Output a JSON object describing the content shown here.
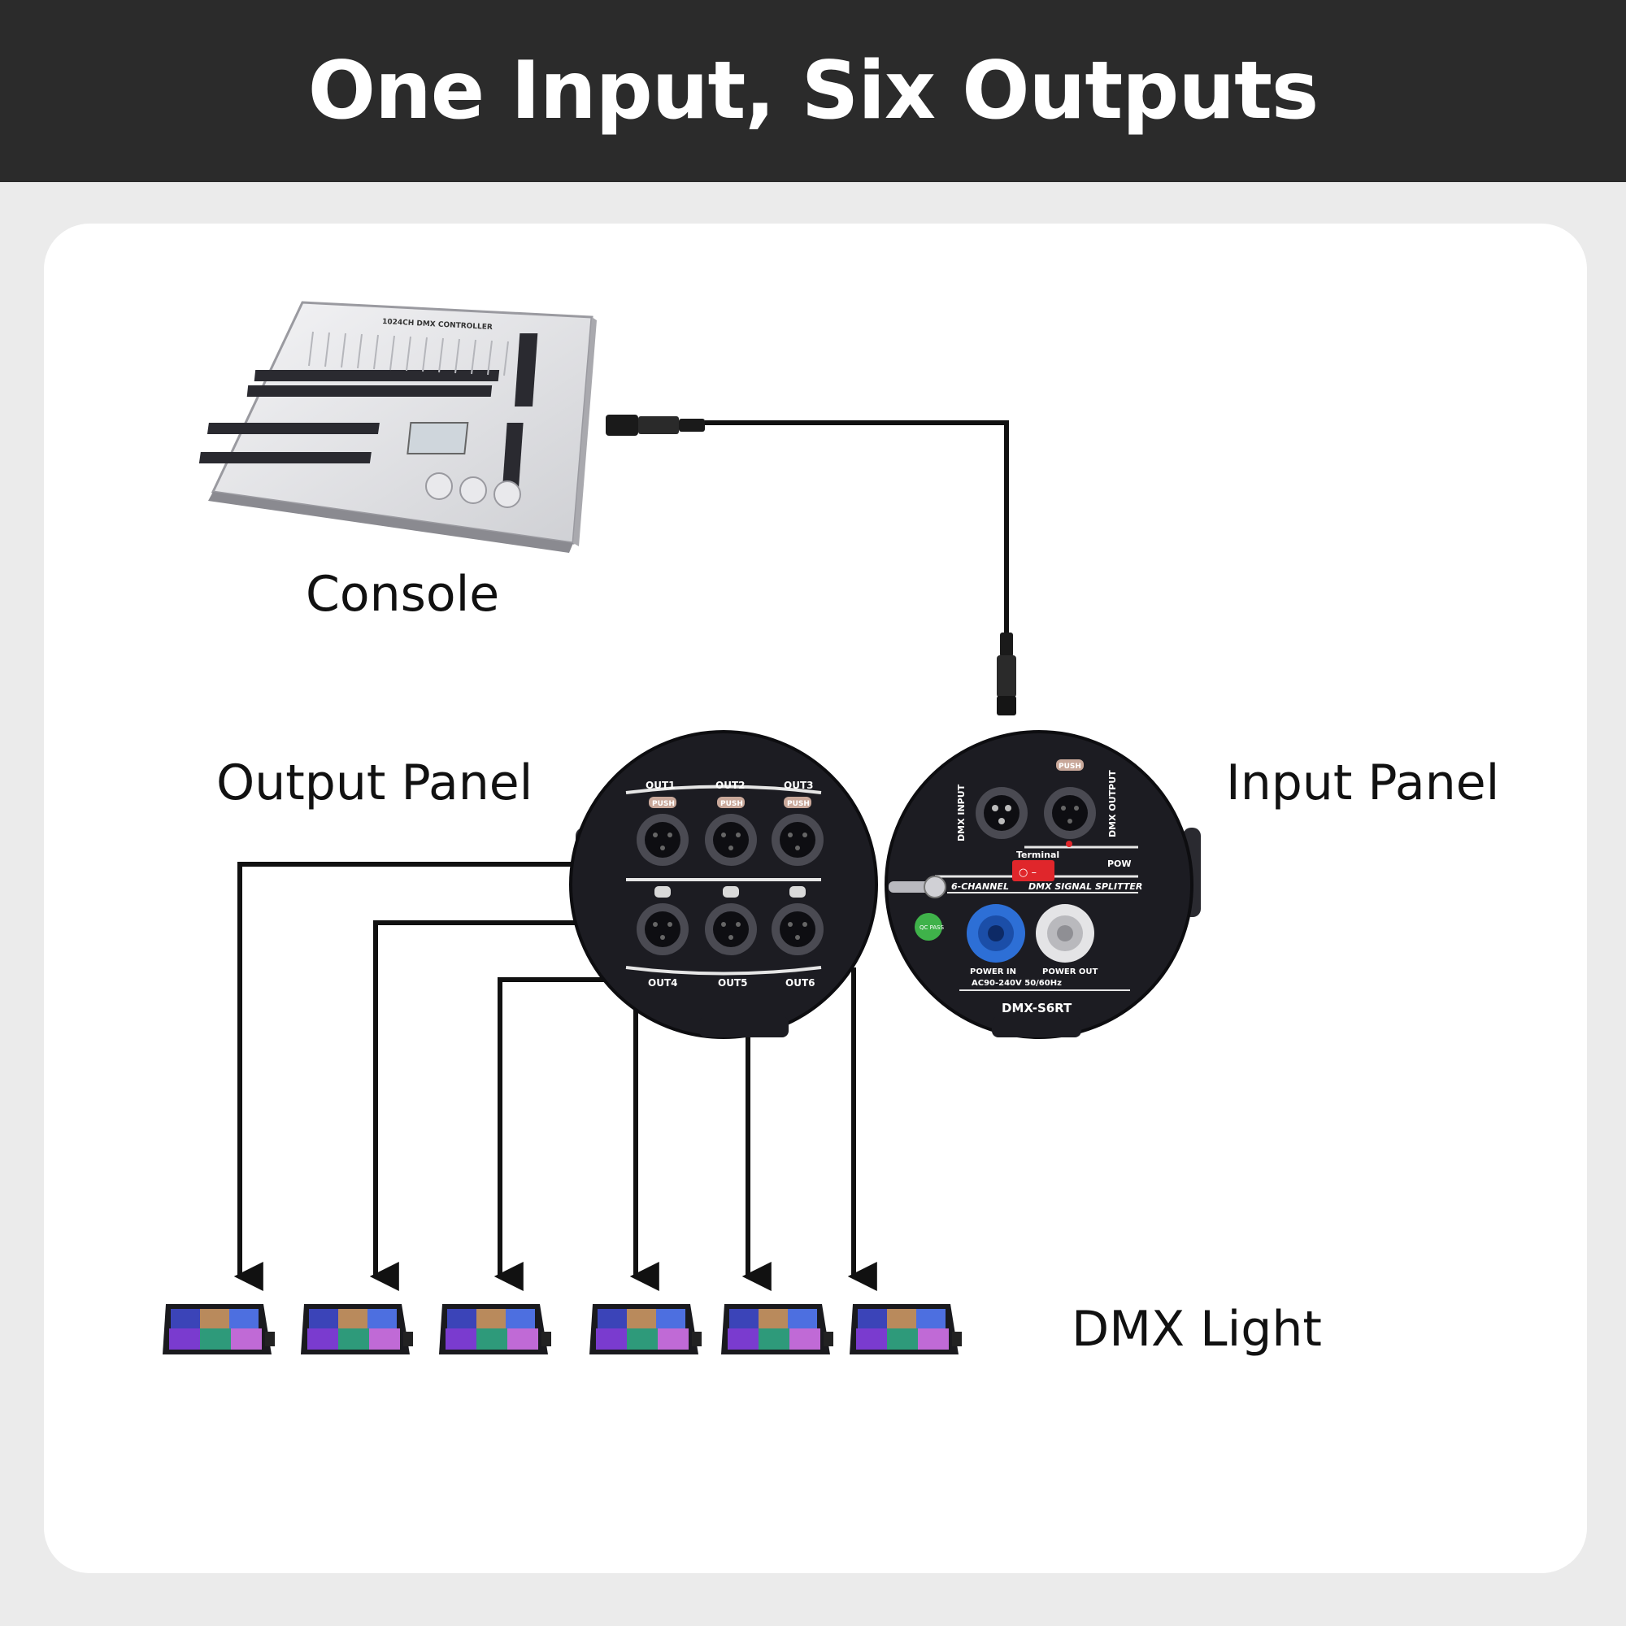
{
  "header": {
    "title": "One Input, Six Outputs"
  },
  "labels": {
    "console": "Console",
    "output_panel": "Output Panel",
    "input_panel": "Input Panel",
    "dmx_light": "DMX Light"
  },
  "console_device": {
    "brand_text": "1024CH DMX CONTROLLER"
  },
  "output_panel": {
    "ports": [
      "OUT1",
      "OUT2",
      "OUT3",
      "OUT4",
      "OUT5",
      "OUT6"
    ],
    "push_label": "PUSH"
  },
  "input_panel": {
    "dmx_input": "DMX INPUT",
    "dmx_output": "DMX OUTPUT",
    "push_label": "PUSH",
    "terminal": "Terminal",
    "pow": "POW",
    "channel_text": "6-CHANNEL",
    "splitter_text": "DMX SIGNAL SPLITTER",
    "qc_text": "QC PASS",
    "power_in": "POWER IN",
    "power_out": "POWER OUT",
    "voltage": "AC90-240V 50/60Hz",
    "model": "DMX-S6RT"
  },
  "colors": {
    "header_bg": "#2b2b2b",
    "page_bg": "#ebebeb",
    "card_bg": "#ffffff",
    "line": "#111111",
    "panel": "#1c1c22",
    "power_in": "#2d6fd6",
    "switch": "#e0262b"
  },
  "lights": {
    "count": 6
  }
}
